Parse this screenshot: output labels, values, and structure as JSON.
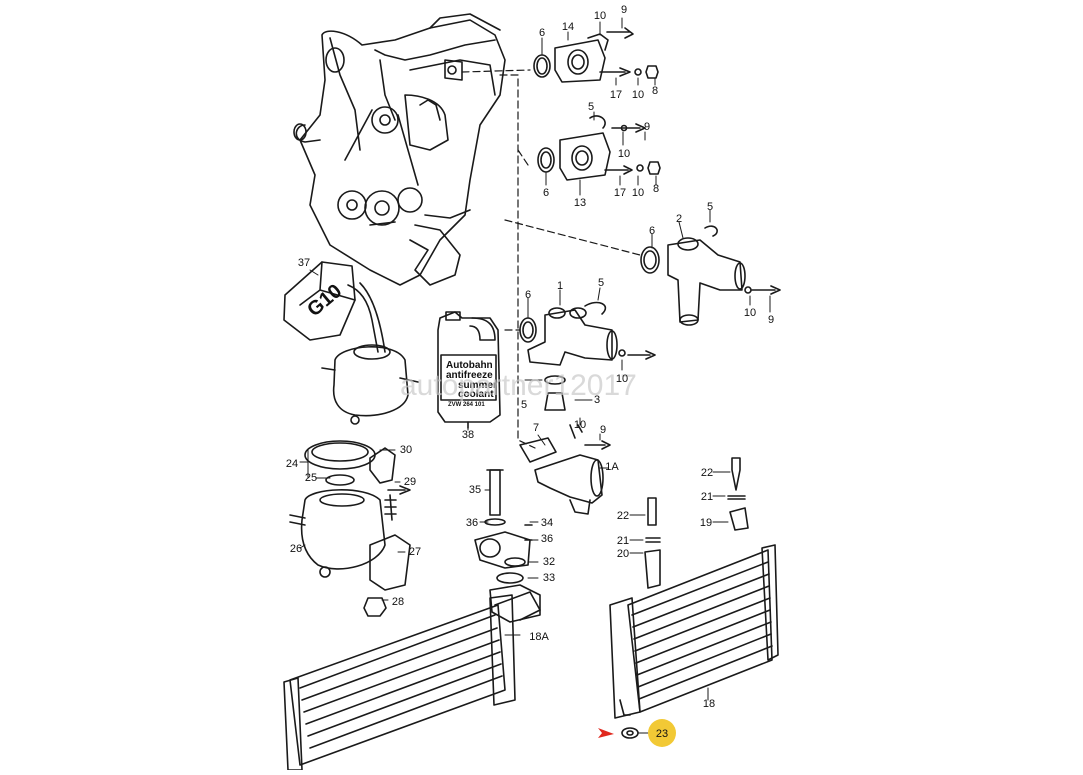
{
  "diagram": {
    "parts": [
      "14",
      "10",
      "9",
      "6",
      "17",
      "10",
      "8",
      "5",
      "10",
      "9",
      "6",
      "13",
      "17",
      "10",
      "8",
      "2",
      "5",
      "6",
      "10",
      "9",
      "37",
      "1",
      "5",
      "6",
      "10",
      "38",
      "5",
      "3",
      "7",
      "10",
      "9",
      "24",
      "25",
      "30",
      "29",
      "1A",
      "22",
      "35",
      "21",
      "36",
      "34",
      "36",
      "19",
      "22",
      "26",
      "27",
      "32",
      "33",
      "21",
      "20",
      "28",
      "18A",
      "18",
      "23"
    ],
    "jug_label": [
      "Autobahn",
      "antifreeze",
      "summer",
      "coolant",
      "ZVW 264 101"
    ],
    "reservoir_label": "G10",
    "watermark": "autopartner12017",
    "highlight": {
      "part": "23",
      "color": "#f2c935",
      "arrow_color": "#e0281e"
    }
  }
}
